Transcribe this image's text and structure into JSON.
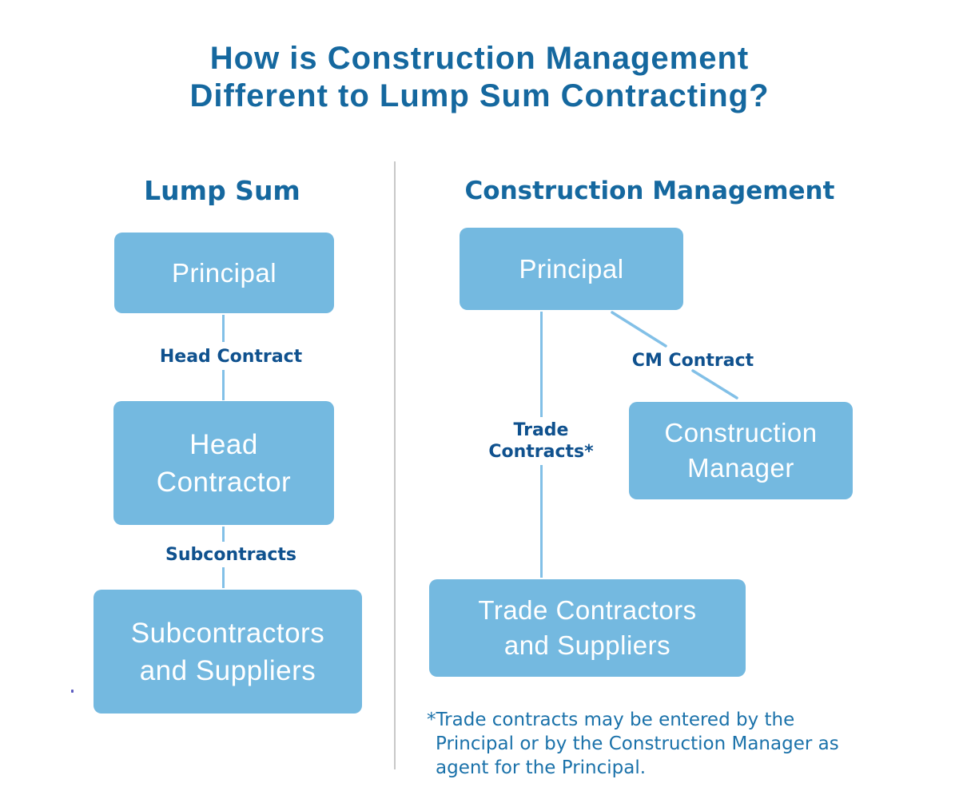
{
  "title": {
    "line1": "How is Construction Management",
    "line2": "Different to Lump Sum Contracting?"
  },
  "lump_sum": {
    "header": "Lump Sum",
    "principal_box": "Principal",
    "head_contract_label": "Head Contract",
    "head_contractor_box_line1": "Head",
    "head_contractor_box_line2": "Contractor",
    "subcontracts_label": "Subcontracts",
    "subcontractors_box_line1": "Subcontractors",
    "subcontractors_box_line2": "and Suppliers"
  },
  "construction_management": {
    "header": "Construction Management",
    "principal_box": "Principal",
    "cm_contract_label": "CM Contract",
    "trade_contracts_label_line1": "Trade",
    "trade_contracts_label_line2": "Contracts*",
    "construction_manager_box_line1": "Construction",
    "construction_manager_box_line2": "Manager",
    "trade_contractors_box_line1": "Trade Contractors",
    "trade_contractors_box_line2": "and Suppliers",
    "footnote_line1": "*Trade contracts may be entered by the",
    "footnote_line2": "Principal or by the Construction Manager as",
    "footnote_line3": "agent for the Principal."
  },
  "colors": {
    "box_fill": "#74b9e0",
    "box_text": "#ffffff",
    "connector": "#82c0e7",
    "title_text": "#15689f",
    "label_text": "#0f518e",
    "footnote_text": "#1b72aa",
    "divider": "#c8c8c8"
  }
}
